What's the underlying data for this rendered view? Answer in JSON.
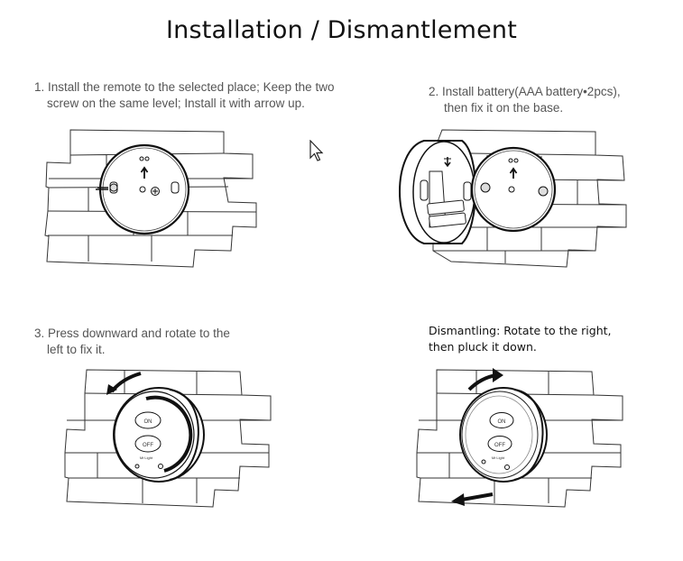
{
  "page": {
    "title": "Installation / Dismantlement"
  },
  "steps": [
    {
      "line1": "1. Install the remote to the selected place; Keep the two",
      "line2": "screw on the same level; Install it with arrow up."
    },
    {
      "line1": "2. Install battery(AAA battery•2pcs),",
      "line2": "then fix it on the base."
    },
    {
      "line1": "3. Press downward and rotate to the",
      "line2": "left to fix it."
    },
    {
      "line1": "Dismantling: Rotate to the right,",
      "line2": "then pluck it down."
    }
  ],
  "remote": {
    "on_label": "ON",
    "off_label": "OFF",
    "brand": "Mi·Light"
  },
  "colors": {
    "line": "#222222",
    "text": "#555555",
    "title": "#111111"
  }
}
